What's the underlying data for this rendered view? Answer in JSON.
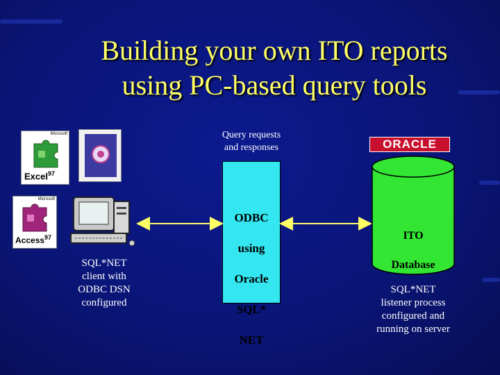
{
  "slide": {
    "title_line1": "Building your own ITO reports",
    "title_line2": "using PC-based query tools"
  },
  "products": {
    "excel_brand": "Microsoft",
    "excel_name": "Excel",
    "excel_version": "97",
    "access_brand": "Microsoft",
    "access_name": "Access",
    "access_version": "97"
  },
  "client": {
    "label_lines": [
      "SQL*NET",
      "client with",
      "ODBC DSN",
      "configured"
    ]
  },
  "middle": {
    "caption_lines": [
      "Query  requests",
      "and responses"
    ],
    "odbc_lines": [
      "ODBC",
      "using",
      "Oracle",
      "SQL*",
      "NET"
    ]
  },
  "server": {
    "oracle_logo": "ORACLE",
    "db_lines": [
      "ITO",
      "Database"
    ],
    "listener_lines": [
      "SQL*NET",
      "listener process",
      "configured and",
      "running on server"
    ]
  },
  "colors": {
    "background": "#0a1577",
    "title": "#ffff66",
    "odbc_box": "#33e6f0",
    "database": "#33e633",
    "oracle_red": "#c8102e"
  }
}
